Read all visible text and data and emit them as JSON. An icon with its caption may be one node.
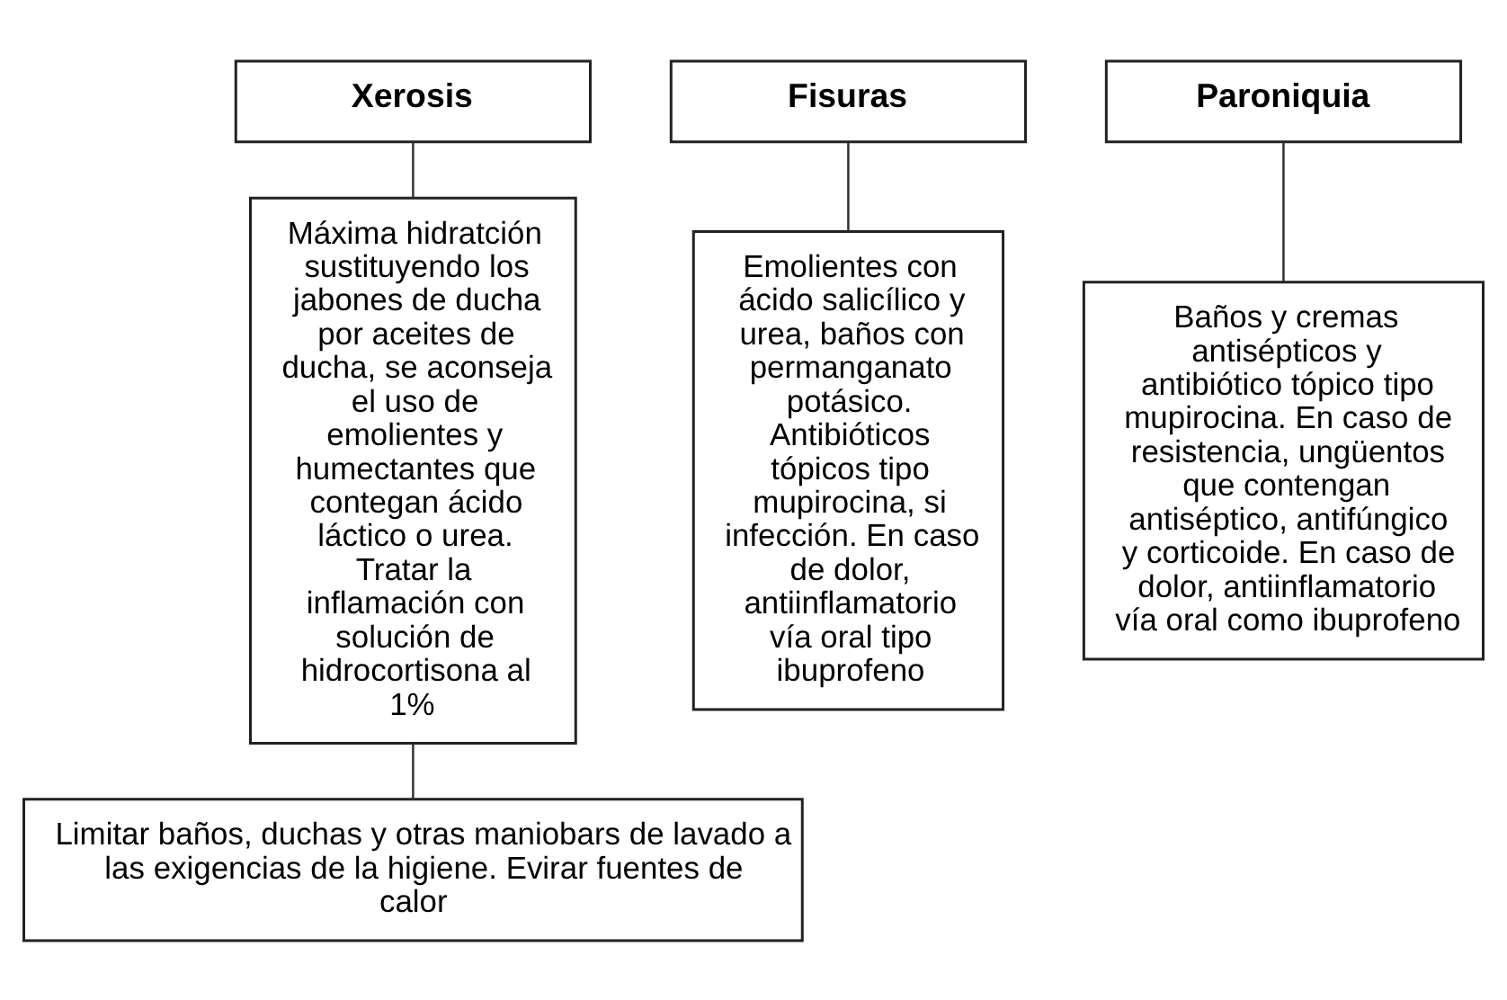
{
  "diagram": {
    "nodes": [
      {
        "text": [
          "Xerosis"
        ]
      },
      {
        "text": [
          "Máxima hidratción sustituyendo los jabones de ducha por aceites de ducha, se aconseja el uso de emolientes y humectantes que contegan ácido láctico o urea. Tratar la inflamación con solución de hidrocortisona al 1%"
        ]
      },
      {
        "text": [
          "Fisuras"
        ]
      },
      {
        "text": [
          "Emolientes con ácido salicílico y urea, baños con permanganato potásico. Antibióticos tópicos tipo mupirocina, si infección. En caso de dolor, antiinflamatorio vía oral tipo ibuprofeno"
        ]
      },
      {
        "text": [
          "Paroniquia"
        ]
      },
      {
        "text": [
          "Baños y cremas antisépticos y antibiótico tópico tipo mupirocina. En caso de resistencia, ungüentos que contengan antiséptico, antifúngico y corticoide. En caso de dolor, antiinflamatorio vía oral como ibuprofeno"
        ]
      },
      {
        "text": [
          "Limitar baños, duchas y otras maniobars de lavado a las exigencias de la higiene. Evirar fuentes de calor"
        ]
      }
    ],
    "edges": [
      {
        "from": 0,
        "to": 1,
        "arrow": "none"
      },
      {
        "from": 2,
        "to": 3,
        "arrow": "none"
      },
      {
        "from": 4,
        "to": 5,
        "arrow": "none"
      },
      {
        "from": 1,
        "to": 6,
        "arrow": "none"
      }
    ]
  }
}
